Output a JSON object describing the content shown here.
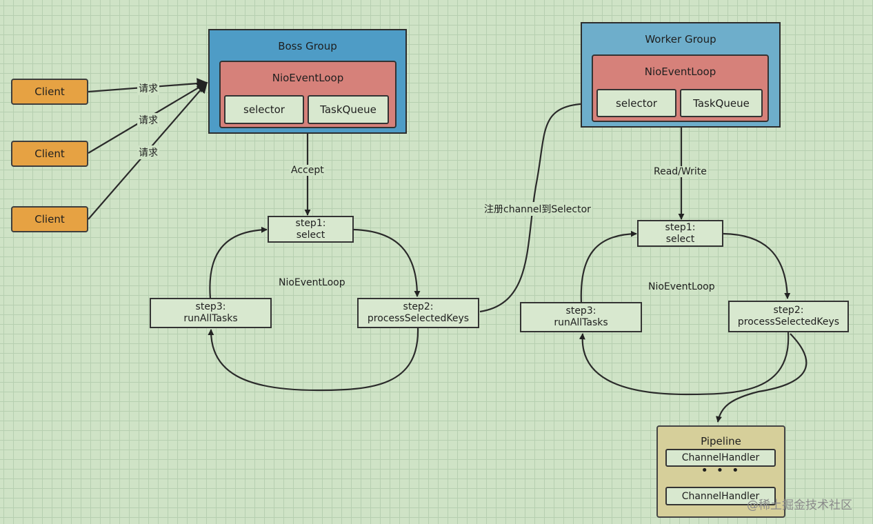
{
  "clients": [
    "Client",
    "Client",
    "Client"
  ],
  "request_labels": [
    "请求",
    "请求",
    "请求"
  ],
  "boss": {
    "title": "Boss Group",
    "loop_title": "NioEventLoop",
    "selector": "selector",
    "task_queue": "TaskQueue",
    "edge_label": "Accept",
    "step1": [
      "step1:",
      "select"
    ],
    "step2": [
      "step2:",
      "processSelectedKeys"
    ],
    "step3": [
      "step3:",
      "runAllTasks"
    ],
    "cycle_label": "NioEventLoop"
  },
  "register_label": "注册channel到Selector",
  "worker": {
    "title": "Worker Group",
    "loop_title": "NioEventLoop",
    "selector": "selector",
    "task_queue": "TaskQueue",
    "edge_label": "Read/Write",
    "step1": [
      "step1:",
      "select"
    ],
    "step2": [
      "step2:",
      "processSelectedKeys"
    ],
    "step3": [
      "step3:",
      "runAllTasks"
    ],
    "cycle_label": "NioEventLoop"
  },
  "pipeline": {
    "title": "Pipeline",
    "handlers": [
      "ChannelHandler",
      "ChannelHandler"
    ],
    "ellipsis": "• • •"
  },
  "watermark": "@稀土掘金技术社区"
}
